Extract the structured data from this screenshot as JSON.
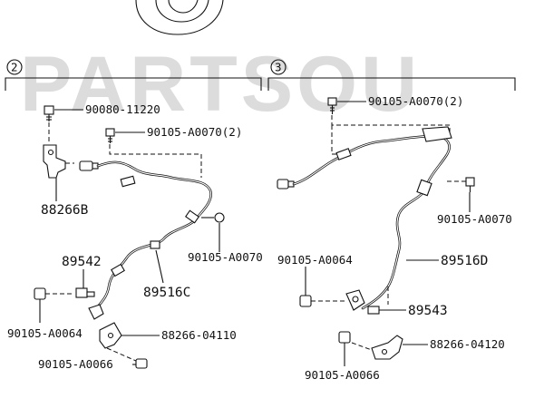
{
  "watermark": "PARTSOU",
  "section_2": {
    "number": "2",
    "labels": {
      "bolt_top": "90080-11220",
      "bolt_clip": "90105-A0070(2)",
      "bracket": "88266B",
      "clamp": "89542",
      "bolt_mid": "90105-A0070",
      "sensor_wire": "89516C",
      "bolt_left": "90105-A0064",
      "bracket_bottom": "88266-04110",
      "bolt_bottom": "90105-A0066"
    }
  },
  "section_3": {
    "number": "3",
    "labels": {
      "bolt_clip": "90105-A0070(2)",
      "bolt_mid": "90105-A0070",
      "bolt_left": "90105-A0064",
      "sensor_wire": "89516D",
      "clamp": "89543",
      "bracket_bottom": "88266-04120",
      "bolt_bottom": "90105-A0066"
    }
  }
}
